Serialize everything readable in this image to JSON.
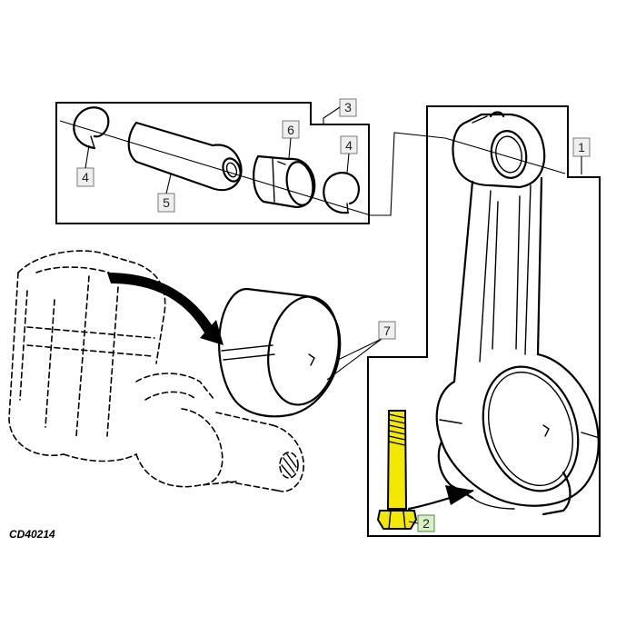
{
  "figure": {
    "reference_code": "CD40214",
    "callouts": [
      {
        "id": "1",
        "label": "1"
      },
      {
        "id": "2",
        "label": "2"
      },
      {
        "id": "3",
        "label": "3"
      },
      {
        "id": "4a",
        "label": "4"
      },
      {
        "id": "4b",
        "label": "4"
      },
      {
        "id": "5",
        "label": "5"
      },
      {
        "id": "6",
        "label": "6"
      },
      {
        "id": "7",
        "label": "7"
      }
    ],
    "colors": {
      "line": "#000000",
      "callout_fill": "#efefef",
      "callout_highlight": "#d8f0c8",
      "bolt_yellow": "#f2e800"
    }
  }
}
